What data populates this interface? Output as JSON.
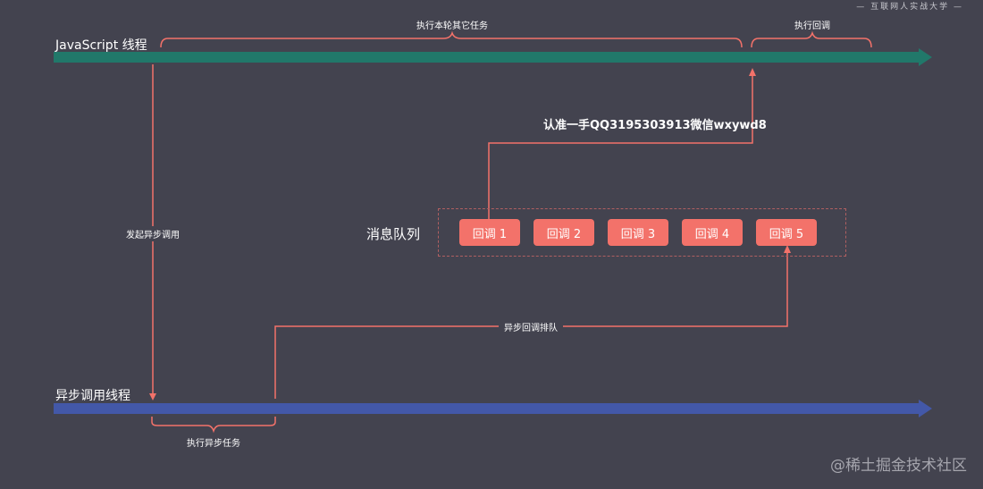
{
  "watermark_top": "— 互联网人实战大学 —",
  "lanes": {
    "js_thread": "JavaScript 线程",
    "async_thread": "异步调用线程"
  },
  "labels": {
    "exec_other_tasks": "执行本轮其它任务",
    "exec_callback": "执行回调",
    "start_async_call": "发起异步调用",
    "queue_callback": "异步回调排队",
    "exec_async_task": "执行异步任务"
  },
  "overlay_text": "认准一手QQ3195303913微信wxywd8",
  "queue": {
    "title": "消息队列",
    "items": [
      "回调 1",
      "回调 2",
      "回调 3",
      "回调 4",
      "回调 5"
    ]
  },
  "watermark_site": "@稀土掘金技术社区",
  "colors": {
    "background": "#43434f",
    "js_lane": "#21786a",
    "async_lane": "#4358a8",
    "connector": "#f3726a",
    "callback_box": "#f3726a"
  }
}
